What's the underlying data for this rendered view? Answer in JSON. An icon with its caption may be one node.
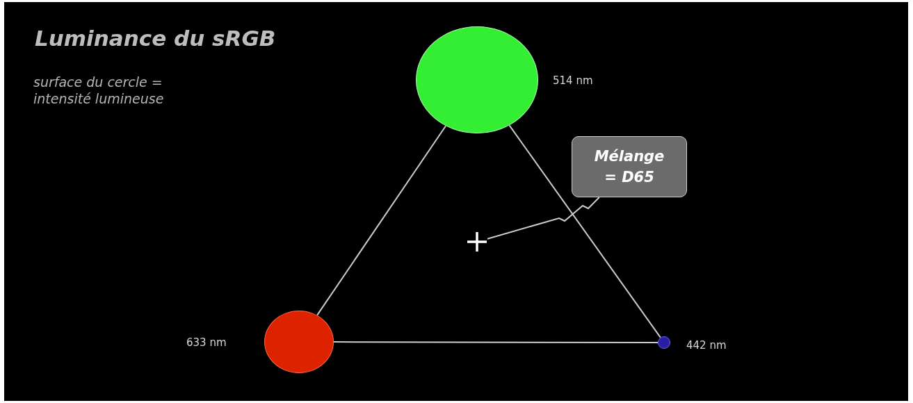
{
  "diagram": {
    "title": "Luminance du sRGB",
    "nodes": [
      {
        "text": [],
        "shape": "circle",
        "beside": [
          "514 nm"
        ]
      },
      {
        "text": [
          "Mélange = D65"
        ]
      },
      {
        "text": [],
        "shape": "circle",
        "beside": [
          "633 nm"
        ]
      },
      {
        "text": [],
        "shape": "circle",
        "beside": [
          "442 nm"
        ]
      },
      {
        "text": [],
        "shape": "cross"
      }
    ],
    "edges": [
      {
        "from": 0,
        "to": 2,
        "arrow": "none"
      },
      {
        "from": 2,
        "to": 3,
        "arrow": "none"
      },
      {
        "from": 3,
        "to": 0,
        "arrow": "none"
      },
      {
        "from": 1,
        "to": 4,
        "arrow": "none"
      }
    ],
    "labels": [
      "surface du cercle = intensité lumineuse"
    ]
  }
}
